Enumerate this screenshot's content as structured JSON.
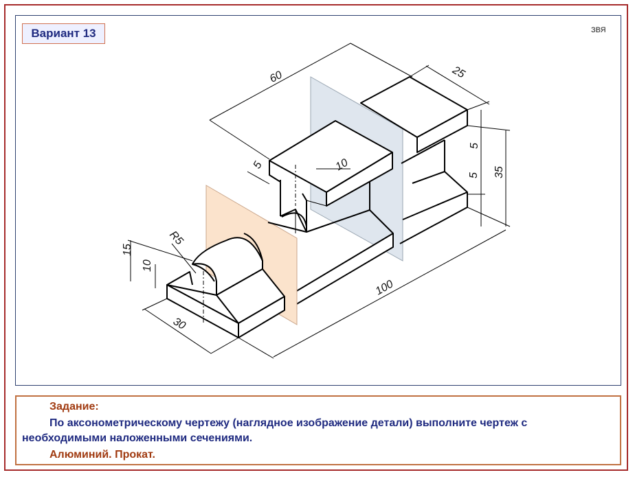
{
  "variant_label": "Вариант 13",
  "author_mark": "ЗВЯ",
  "dimensions": {
    "d60": "60",
    "d25": "25",
    "d5_top": "5",
    "d5_mid": "5",
    "d35": "35",
    "d5_left": "5",
    "d10_top": "10",
    "dR5": "R5",
    "d15": "15",
    "d10_left": "10",
    "d100": "100",
    "d30": "30"
  },
  "task": {
    "title": "Задание:",
    "line1": "По аксонометрическому чертежу (наглядное изображение детали) выполните чертеж с",
    "line2": "необходимыми наложенными сечениями.",
    "material": "Алюминий. Прокат."
  },
  "colors": {
    "frame": "#a52a2a",
    "section_plane_front": "#fbe3cc",
    "section_plane_back": "#dfe6ee",
    "title_text": "#1f2a80",
    "accent_text": "#a03a10"
  }
}
